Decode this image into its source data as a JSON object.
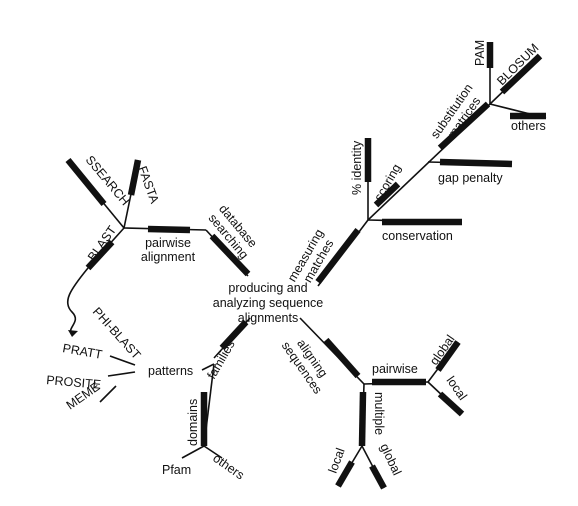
{
  "diagram": {
    "center": [
      "producing and",
      "analyzing sequence",
      "alignments"
    ],
    "scoring_branch": {
      "measuring_matches": [
        "measuring",
        "matches"
      ],
      "percent_identity": "% identity",
      "scoring": "scoring",
      "conservation": "conservation",
      "gap_penalty": "gap penalty",
      "substitution_matrices": [
        "substitution",
        "matrices"
      ],
      "pam": "PAM",
      "blosum": "BLOSUM",
      "others": "others"
    },
    "database_branch": {
      "database_searching": [
        "database",
        "searching"
      ],
      "pairwise_alignment": [
        "pairwise",
        "alignment"
      ],
      "blast": "BLAST",
      "ssearch": "SSEARCH",
      "fasta": "FASTA",
      "phi_blast": "PHI-BLAST"
    },
    "families_branch": {
      "families": "families",
      "patterns": "patterns",
      "pratt": "PRATT",
      "prosite": "PROSITE",
      "meme": "MEME",
      "domains": "domains",
      "pfam": "Pfam",
      "others": "others"
    },
    "aligning_branch": {
      "aligning_sequences": [
        "aligning",
        "sequences"
      ],
      "pairwise": "pairwise",
      "global": "global",
      "local": "local",
      "multiple": "multiple",
      "multiple_local": "local",
      "multiple_global": "global"
    }
  }
}
